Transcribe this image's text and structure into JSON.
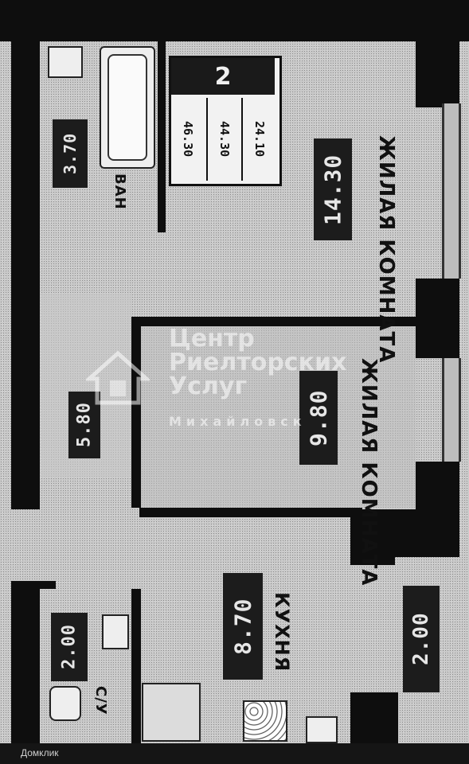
{
  "apartment": {
    "rooms_count": "2",
    "living_area": "24.10",
    "total_area": "44.30",
    "total_area_with_balcony": "46.30"
  },
  "rooms": {
    "living_room_1": {
      "label": "ЖИЛАЯ КОМНАТА",
      "area": "14.30"
    },
    "living_room_2": {
      "label": "ЖИЛАЯ КОМНАТА",
      "area": "9.80"
    },
    "kitchen": {
      "label": "КУХНЯ",
      "area": "8.70"
    },
    "bathroom": {
      "label": "ВАН",
      "area": "3.70"
    },
    "hallway": {
      "area": "5.80"
    },
    "toilet": {
      "label": "С/У",
      "area": "2.00"
    },
    "balcony": {
      "area": "2.00"
    }
  },
  "watermark": {
    "line1": "Центр",
    "line2": "Риелторских",
    "line3": "Услуг",
    "line4": "Михайловск"
  },
  "footer": {
    "brand": "Домклик"
  },
  "colors": {
    "wall": "#0e0e0e",
    "floor": "#c9c9c9",
    "label_bg": "#1c1c1c"
  }
}
